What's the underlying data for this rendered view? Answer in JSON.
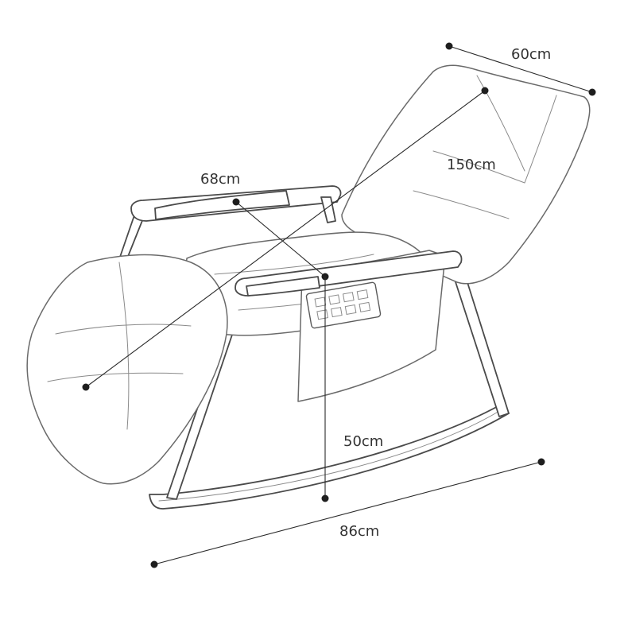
{
  "dimensions": {
    "width_top": "60cm",
    "diagonal_length": "150cm",
    "arm_width": "68cm",
    "seat_height": "50cm",
    "base_length": "86cm"
  }
}
